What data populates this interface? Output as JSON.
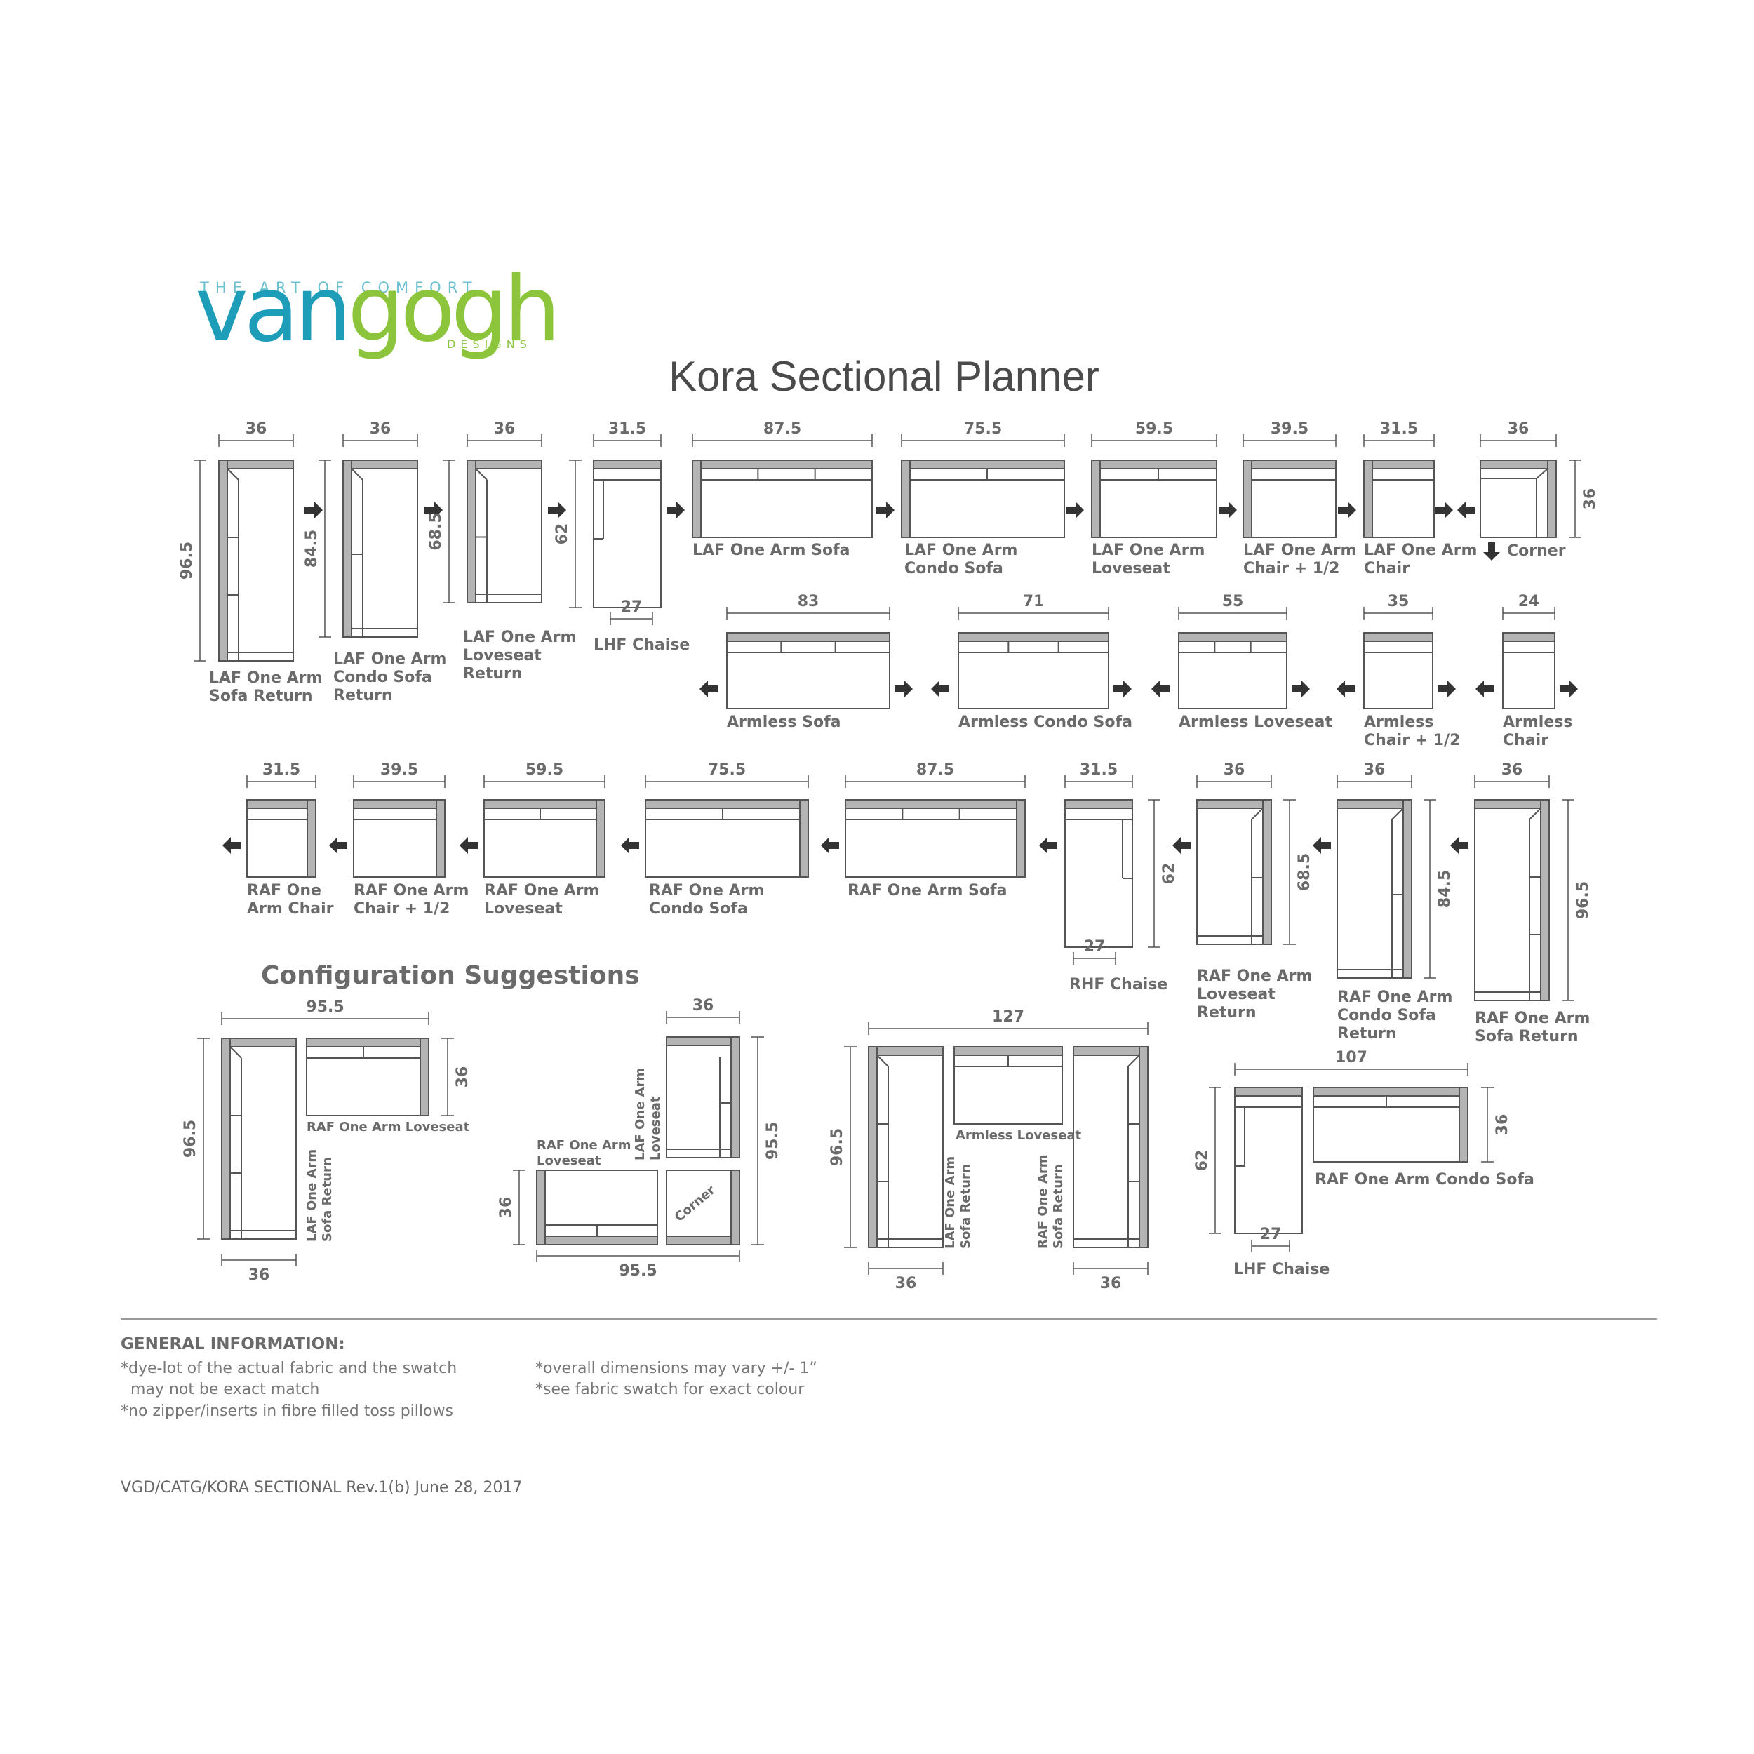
{
  "brand": {
    "tagline": "THE ART OF COMFORT",
    "word_a": "van",
    "word_b": "gogh",
    "sub": "DESIGNS",
    "colors": {
      "blue": "#1e9db8",
      "green": "#8cc43c",
      "tag": "#6cc0cf"
    }
  },
  "title": "Kora Sectional Planner",
  "config_heading": "Configuration Suggestions",
  "pieces": [
    {
      "name": "LAF One Arm Sofa Return",
      "label": [
        "LAF One Arm",
        "Sofa Return"
      ],
      "width": "36",
      "depth": "96.5",
      "arrow": "right"
    },
    {
      "name": "LAF One Arm Condo Sofa Return",
      "label": [
        "LAF One Arm",
        "Condo Sofa",
        "Return"
      ],
      "width": "36",
      "depth": "84.5",
      "arrow": "right"
    },
    {
      "name": "LAF One Arm Loveseat Return",
      "label": [
        "LAF One Arm",
        "Loveseat",
        "Return"
      ],
      "width": "36",
      "depth": "68.5",
      "arrow": "right"
    },
    {
      "name": "LHF Chaise",
      "label": [
        "LHF Chaise"
      ],
      "width": "31.5",
      "depth": "62",
      "bottom": "27",
      "arrow": "right"
    },
    {
      "name": "LAF One Arm Sofa",
      "label": [
        "LAF One Arm Sofa"
      ],
      "width": "87.5",
      "arrow": "right"
    },
    {
      "name": "LAF One Arm Condo Sofa",
      "label": [
        "LAF One Arm",
        "Condo Sofa"
      ],
      "width": "75.5",
      "arrow": "right"
    },
    {
      "name": "LAF One Arm Loveseat",
      "label": [
        "LAF One Arm",
        "Loveseat"
      ],
      "width": "59.5",
      "arrow": "right"
    },
    {
      "name": "LAF One Arm Chair + 1/2",
      "label": [
        "LAF One Arm",
        "Chair + 1/2"
      ],
      "width": "39.5",
      "arrow": "right"
    },
    {
      "name": "LAF One Arm Chair",
      "label": [
        "LAF One Arm",
        "Chair"
      ],
      "width": "31.5",
      "arrow": "right"
    },
    {
      "name": "Corner",
      "label": [
        "Corner"
      ],
      "width": "36",
      "depth": "36",
      "arrow": "left,down"
    },
    {
      "name": "Armless Sofa",
      "label": [
        "Armless Sofa"
      ],
      "width": "83",
      "arrow": "both"
    },
    {
      "name": "Armless Condo Sofa",
      "label": [
        "Armless Condo Sofa"
      ],
      "width": "71",
      "arrow": "both"
    },
    {
      "name": "Armless Loveseat",
      "label": [
        "Armless Loveseat"
      ],
      "width": "55",
      "arrow": "both"
    },
    {
      "name": "Armless Chair + 1/2",
      "label": [
        "Armless",
        "Chair + 1/2"
      ],
      "width": "35",
      "arrow": "both"
    },
    {
      "name": "Armless Chair",
      "label": [
        "Armless",
        "Chair"
      ],
      "width": "24",
      "arrow": "both"
    },
    {
      "name": "RAF One Arm Chair",
      "label": [
        "RAF One",
        "Arm Chair"
      ],
      "width": "31.5",
      "arrow": "left"
    },
    {
      "name": "RAF One Arm Chair + 1/2",
      "label": [
        "RAF One Arm",
        "Chair + 1/2"
      ],
      "width": "39.5",
      "arrow": "left"
    },
    {
      "name": "RAF One Arm Loveseat",
      "label": [
        "RAF One Arm",
        "Loveseat"
      ],
      "width": "59.5",
      "arrow": "left"
    },
    {
      "name": "RAF One Arm Condo Sofa",
      "label": [
        "RAF One Arm",
        "Condo Sofa"
      ],
      "width": "75.5",
      "arrow": "left"
    },
    {
      "name": "RAF One Arm Sofa",
      "label": [
        "RAF One Arm Sofa"
      ],
      "width": "87.5",
      "arrow": "left"
    },
    {
      "name": "RHF Chaise",
      "label": [
        "RHF Chaise"
      ],
      "width": "31.5",
      "depth": "62",
      "bottom": "27",
      "arrow": "left"
    },
    {
      "name": "RAF One Arm Loveseat Return",
      "label": [
        "RAF One Arm",
        "Loveseat",
        "Return"
      ],
      "width": "36",
      "depth": "68.5",
      "arrow": "left"
    },
    {
      "name": "RAF One Arm Condo Sofa Return",
      "label": [
        "RAF One Arm",
        "Condo Sofa",
        "Return"
      ],
      "width": "36",
      "depth": "84.5",
      "arrow": "left"
    },
    {
      "name": "RAF One Arm Sofa Return",
      "label": [
        "RAF One Arm",
        "Sofa Return"
      ],
      "width": "36",
      "depth": "96.5",
      "arrow": "left"
    }
  ],
  "configurations": [
    {
      "dims": [
        "95.5",
        "96.5",
        "36",
        "36"
      ],
      "labels": [
        "RAF One Arm Loveseat",
        "LAF One Arm Sofa Return"
      ]
    },
    {
      "dims": [
        "36",
        "95.5",
        "36",
        "95.5"
      ],
      "labels": [
        "RAF One Arm Loveseat",
        "LAF One Arm Loveseat",
        "Corner"
      ]
    },
    {
      "dims": [
        "127",
        "96.5",
        "36",
        "36"
      ],
      "labels": [
        "Armless Loveseat",
        "LAF One Arm Sofa Return",
        "RAF One Arm Sofa Return"
      ]
    },
    {
      "dims": [
        "107",
        "62",
        "36",
        "27"
      ],
      "labels": [
        "RAF One Arm Condo Sofa",
        "LHF Chaise"
      ]
    }
  ],
  "general_info": {
    "heading": "GENERAL INFORMATION:",
    "left": [
      "*dye-lot of the actual fabric and the swatch",
      "  may not be exact match",
      "*no zipper/inserts in fibre filled toss pillows"
    ],
    "right": [
      "*overall dimensions may vary +/- 1”",
      "*see fabric swatch for exact colour"
    ]
  },
  "footer": "VGD/CATG/KORA SECTIONAL Rev.1(b) June 28, 2017",
  "colors": {
    "line": "#555555",
    "fill": "#b4b4b4",
    "text": "#6a6a6a"
  }
}
